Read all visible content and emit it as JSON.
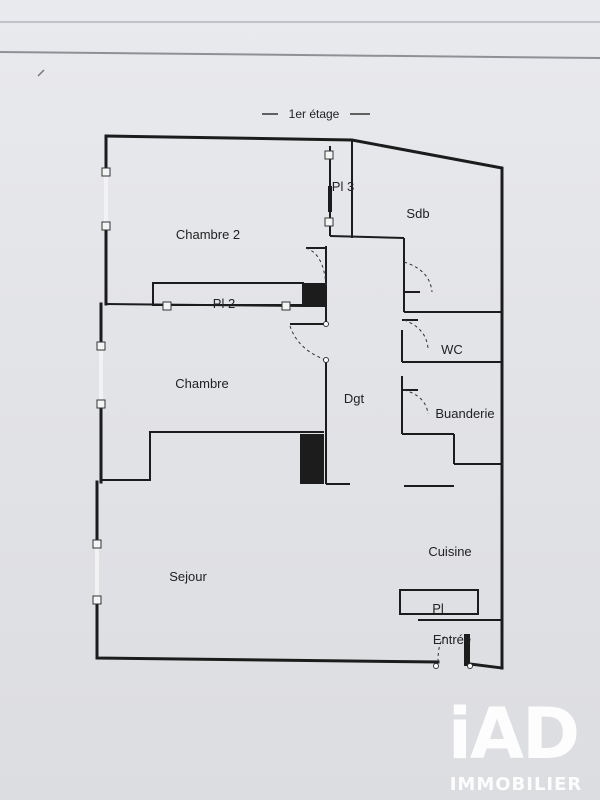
{
  "plan": {
    "title": "1er étage",
    "rooms": {
      "chambre2": "Chambre 2",
      "sdb": "Sdb",
      "pl3": "Pl 3",
      "pl2": "Pl 2",
      "chambre": "Chambre",
      "dgt": "Dgt",
      "wc": "WC",
      "buanderie": "Buanderie",
      "cuisine": "Cuisine",
      "sejour": "Sejour",
      "pl": "Pl",
      "entree": "Entrée"
    }
  },
  "watermark": {
    "logo_text": "iAD",
    "subtitle": "IMMOBILIER"
  }
}
